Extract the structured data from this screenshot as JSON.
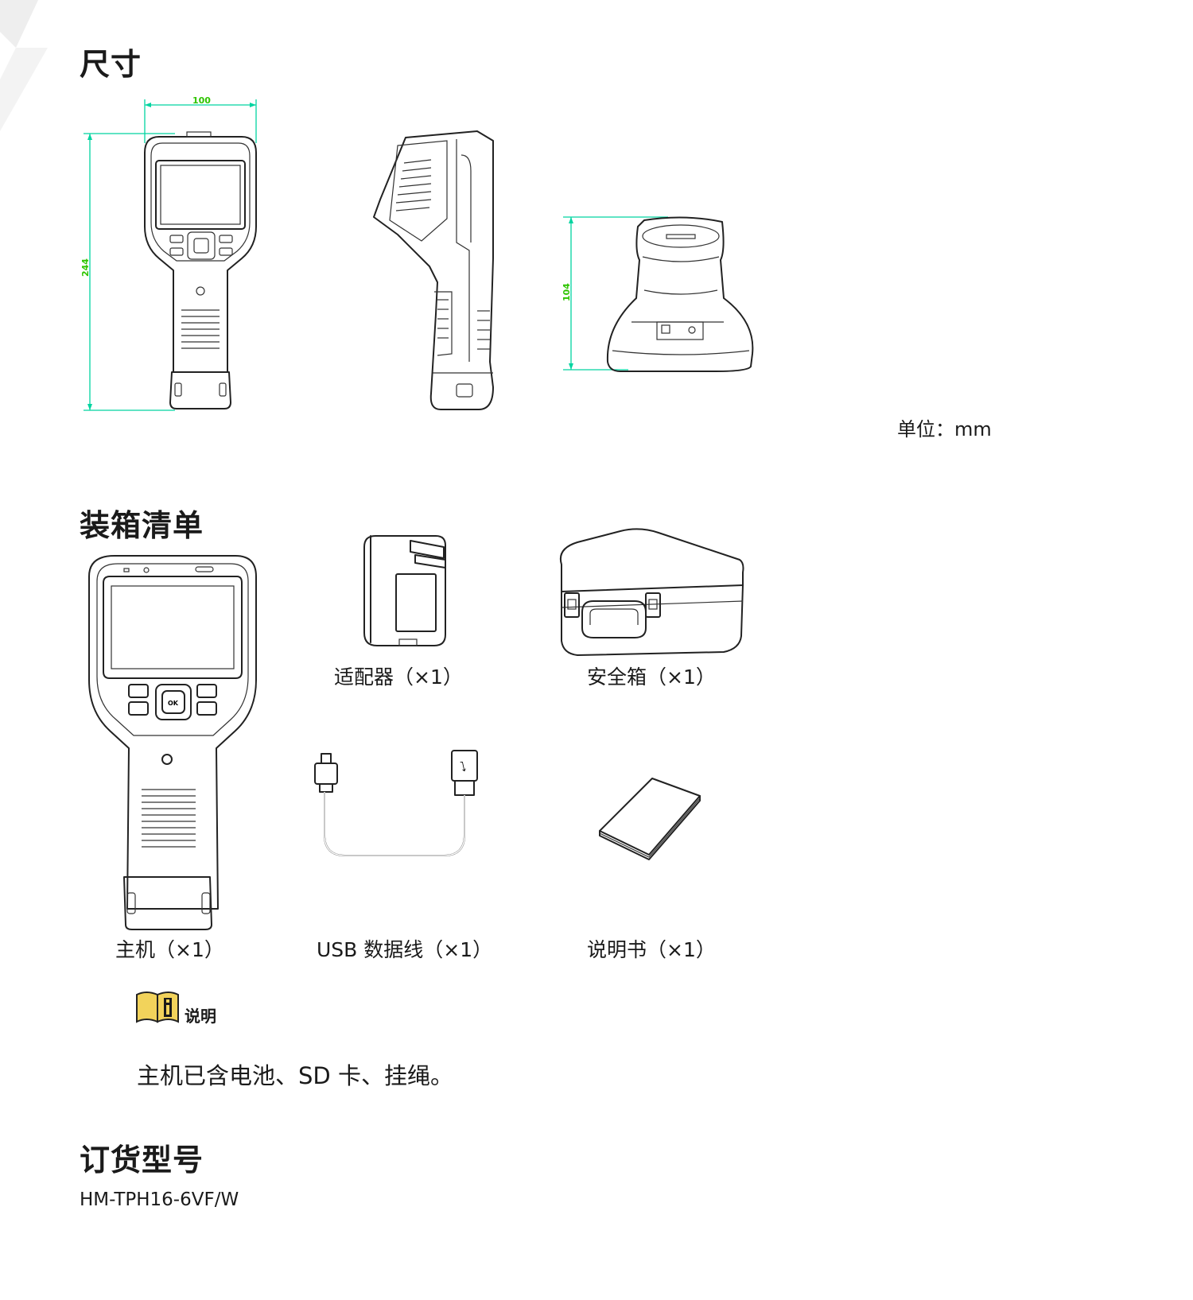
{
  "sections": {
    "dimensions_title": "尺寸",
    "packing_title": "装箱清单",
    "ordering_title": "订货型号"
  },
  "dimensions": {
    "width_label": "100",
    "height_label": "244",
    "depth_label": "104",
    "unit_text": "单位：mm"
  },
  "packing_items": {
    "host": "主机（×1）",
    "adapter": "适配器（×1）",
    "safety_box": "安全箱（×1）",
    "usb_cable": "USB 数据线（×1）",
    "manual": "说明书（×1）"
  },
  "note": {
    "label": "说明",
    "text": "主机已含电池、SD 卡、挂绳。"
  },
  "ordering": {
    "model": "HM-TPH16-6VF/W"
  },
  "colors": {
    "dimension_line": "#00d4a0",
    "dimension_text": "#2ec400",
    "note_icon": "#f2d35b"
  }
}
